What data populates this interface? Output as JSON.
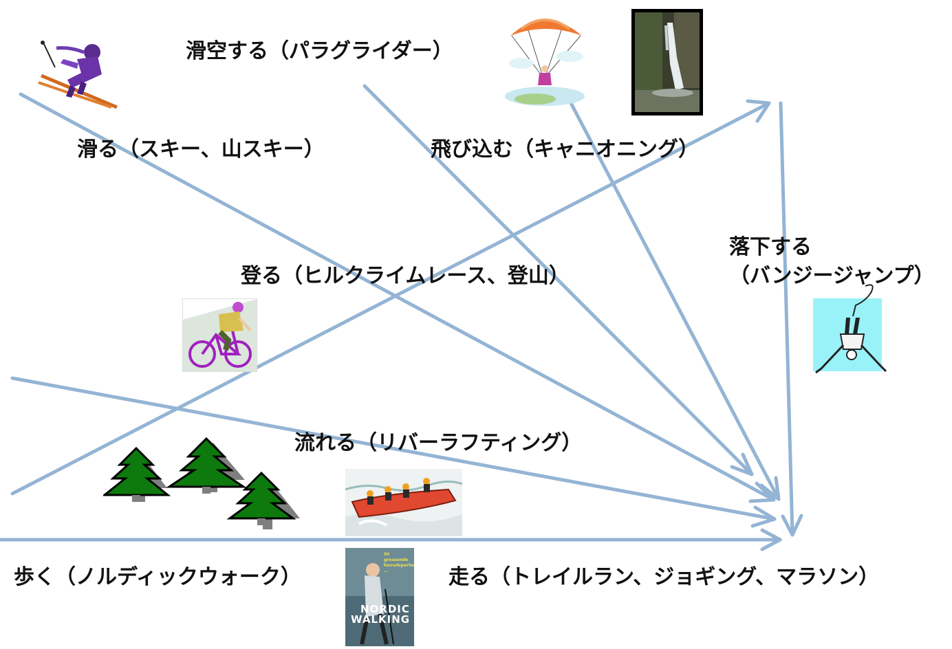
{
  "activities": {
    "paraglide": "滑空する（パラグライダー）",
    "ski": "滑る（スキー、山スキー）",
    "canyon": "飛び込む（キャニオニング）",
    "bungee_line1": "落下する",
    "bungee_line2": "（バンジージャンプ）",
    "climb": "登る（ヒルクライムレース、登山）",
    "raft": "流れる（リバーラフティング）",
    "walk": "歩く（ノルディックウォーク）",
    "run": "走る（トレイルラン、ジョギング、マラソン）"
  },
  "book_cover": {
    "small_text": "50 gressende huvudsporter ...",
    "title_line1": "NORDIC",
    "title_line2": "WALKING"
  },
  "colors": {
    "arrow": "#94B4D4",
    "tree": "#0E7A0E",
    "tree_shadow": "#7F7F7F",
    "bungee_bg": "#99F2F8"
  }
}
